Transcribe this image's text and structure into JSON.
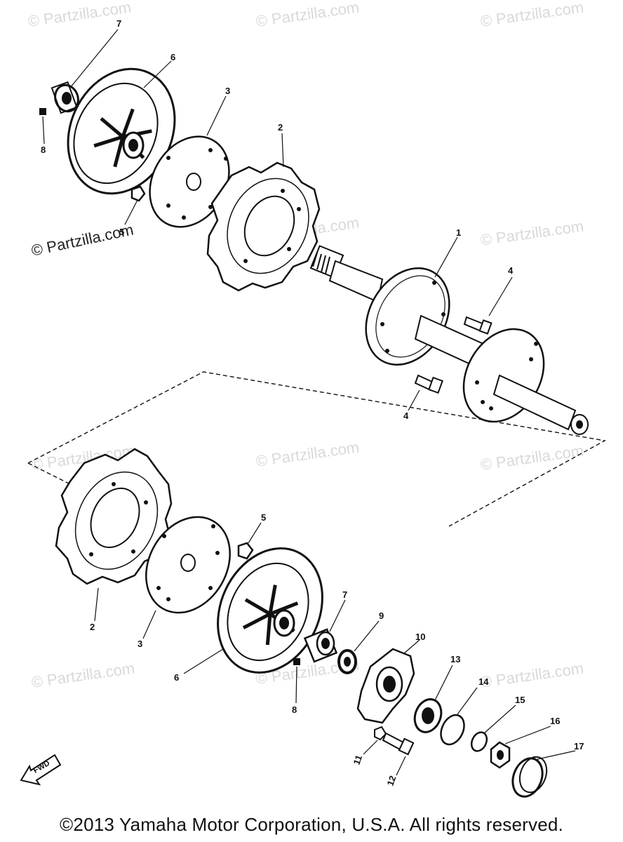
{
  "watermarks": {
    "text": "© Partzilla.com"
  },
  "labels": {
    "p1": "1",
    "p2a": "2",
    "p2b": "2",
    "p3a": "3",
    "p3b": "3",
    "p4a": "4",
    "p4b": "4",
    "p5a": "5",
    "p5b": "5",
    "p6a": "6",
    "p6b": "6",
    "p7a": "7",
    "p7b": "7",
    "p8a": "8",
    "p8b": "8",
    "p9": "9",
    "p10": "10",
    "p11": "11",
    "p12": "12",
    "p13": "13",
    "p14": "14",
    "p15": "15",
    "p16": "16",
    "p17": "17"
  },
  "fwd_label": "FWD",
  "footer": {
    "copyright": "©2013 Yamaha Motor Corporation, U.S.A. All rights reserved."
  }
}
